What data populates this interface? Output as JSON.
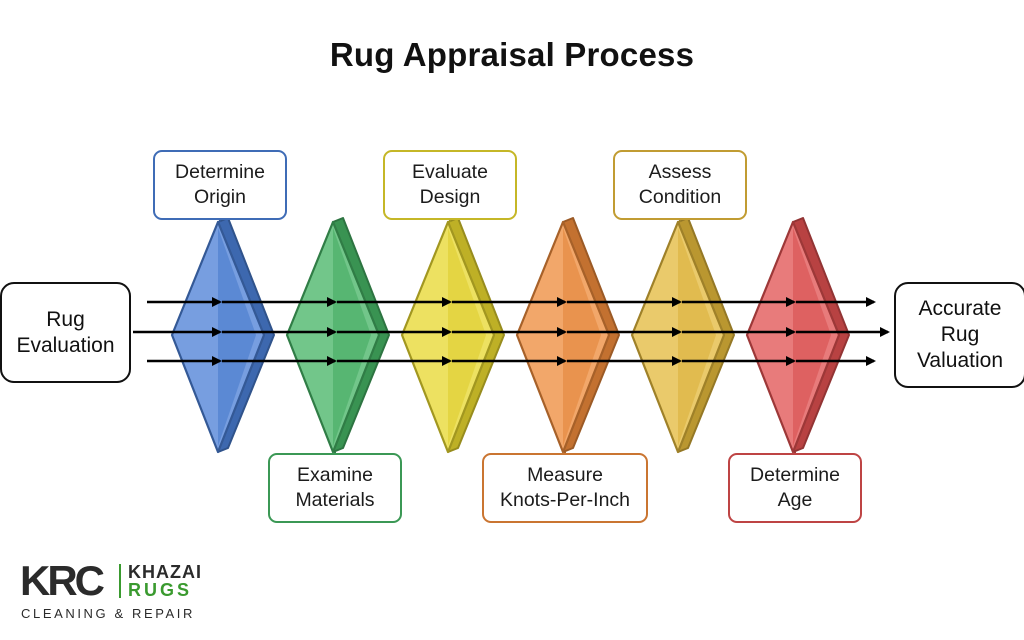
{
  "title": "Rug Appraisal Process",
  "start": {
    "label": "Rug\nEvaluation"
  },
  "end": {
    "label": "Accurate\nRug\nValuation"
  },
  "steps": [
    {
      "label": "Determine\nOrigin",
      "position": "top",
      "color": "#4a7fd6"
    },
    {
      "label": "Examine\nMaterials",
      "position": "bottom",
      "color": "#45b364"
    },
    {
      "label": "Evaluate\nDesign",
      "position": "top",
      "color": "#e8d72e"
    },
    {
      "label": "Measure\nKnots-Per-Inch",
      "position": "bottom",
      "color": "#ee8a3a"
    },
    {
      "label": "Assess\nCondition",
      "position": "top",
      "color": "#e3b83b"
    },
    {
      "label": "Determine\nAge",
      "position": "bottom",
      "color": "#e05050"
    }
  ],
  "logo": {
    "mark_text": "KRC",
    "brand_line_1": "KHAZAI",
    "brand_line_2": "RUGS",
    "tagline": "CLEANING & REPAIR",
    "colors": {
      "dark": "#2b2b2b",
      "green": "#3a9a2f"
    }
  }
}
